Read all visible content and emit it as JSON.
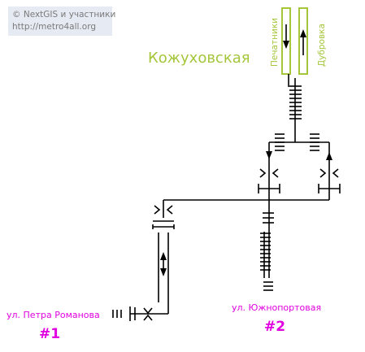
{
  "credit": {
    "line1": "© NextGIS и участники",
    "line2": "http://metro4all.org"
  },
  "station": {
    "name": "Кожуховская",
    "dir_left": "Печатники",
    "dir_right": "Дубровка"
  },
  "exits": [
    {
      "street": "ул. Петра Романова",
      "number": "#1"
    },
    {
      "street": "ул. Южнопортовая",
      "number": "#2"
    }
  ],
  "colors": {
    "line": "#a5c63b",
    "exit": "#e000e0",
    "credit_bg": "#e6eaf3",
    "ink": "#000000"
  }
}
